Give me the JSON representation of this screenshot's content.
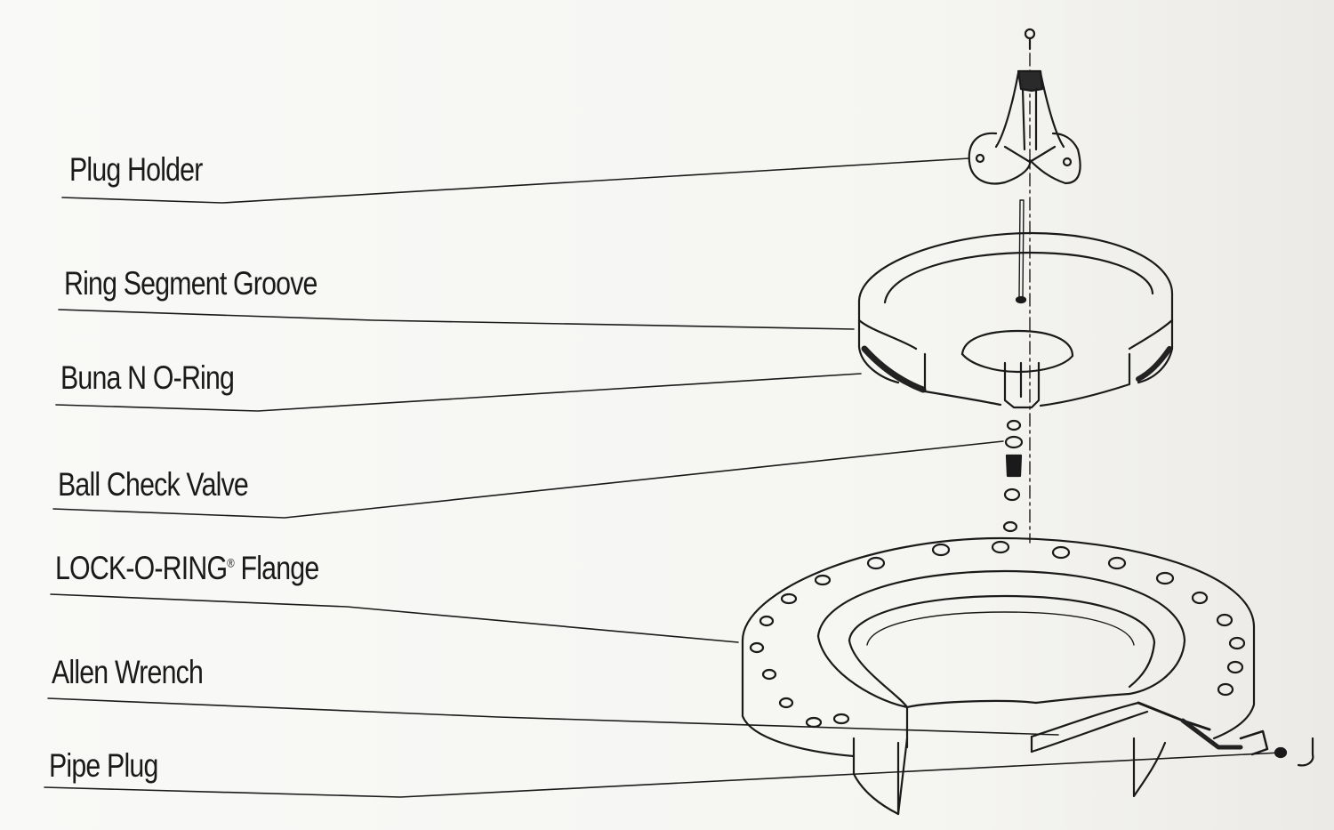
{
  "labels": {
    "plug_holder": "Plug Holder",
    "ring_segment_groove": "Ring Segment Groove",
    "buna_n_o_ring": "Buna N O-Ring",
    "ball_check_valve": "Ball Check Valve",
    "lock_o_ring_flange": "LOCK-O-RING",
    "lock_o_ring_flange_mark": "®",
    "lock_o_ring_flange_suffix": " Flange",
    "allen_wrench": "Allen Wrench",
    "pipe_plug": "Pipe Plug"
  },
  "colors": {
    "ink": "#1a1a1a",
    "paper": "#f7f7f5"
  }
}
